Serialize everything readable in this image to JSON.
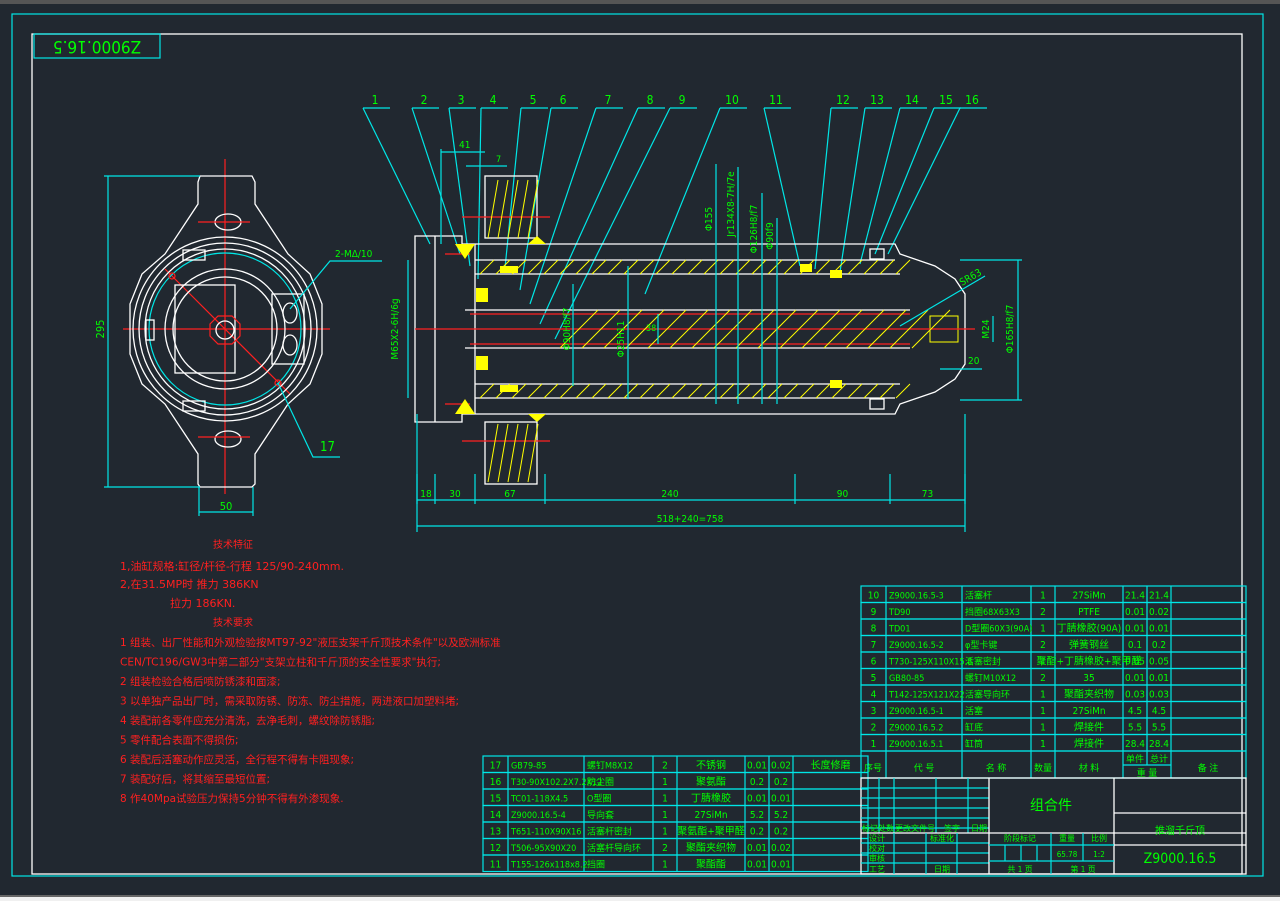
{
  "drawing": {
    "mirrored_code": "Z9000.16.5",
    "background": "#212830",
    "colors": {
      "frame": "#00e6e6",
      "text": "#00ff00",
      "notes": "#ff2020",
      "outline": "#ffffff",
      "hatch": "#ffff00"
    }
  },
  "balloons": [
    "1",
    "2",
    "3",
    "4",
    "5",
    "6",
    "7",
    "8",
    "9",
    "10",
    "11",
    "12",
    "13",
    "14",
    "15",
    "16"
  ],
  "end_view": {
    "dim_height": "295",
    "dim_width": "50",
    "callout_holes": "2-MΔ/10",
    "balloon_17": "17"
  },
  "section_view": {
    "dim_top_41": "41",
    "dim_top_7": "7",
    "dia_155": "Φ155",
    "thread_main": "Jr134X8-7H/7e",
    "dia_126": "Φ126H8/f7",
    "dia_90": "Φ90f9",
    "thread_left": "M65X2-6H/6g",
    "dia_rod": "Φ90H8/f7",
    "dia_inner": "Φ25H11",
    "dim_small": "38",
    "sr": "SR63",
    "m24": "M24",
    "dia_end": "Φ165H8/f7",
    "dim_20": "20",
    "bottom_dims": [
      "18",
      "30",
      "67",
      "240",
      "90",
      "73"
    ],
    "overall": "518+240=758"
  },
  "notes": {
    "title1": "技术特征",
    "lines1": [
      "1,油缸规格:缸径/杆径-行程  125/90-240mm.",
      "2,在31.5MP时  推力  386KN",
      "拉力  186KN."
    ],
    "title2": "技术要求",
    "lines2": [
      "1 组装、出厂性能和外观检验按MT97-92\"液压支架千斤顶技术条件\"以及欧洲标准",
      "CEN/TC196/GW3中第二部分\"支架立柱和千斤顶的安全性要求\"执行;",
      "2 组装检验合格后喷防锈漆和面漆;",
      "3 以单独产品出厂时，需采取防锈、防冻、防尘措施，两进液口加塑料堵;",
      "4 装配前各零件应充分清洗，去净毛刺，螺纹除防锈脂;",
      "5 零件配合表面不得损伤;",
      "6 装配后活塞动作应灵活，全行程不得有卡阻现象;",
      "7 装配好后，将其缩至最短位置;",
      "8 作40Mpa试验压力保持5分钟不得有外渗现象."
    ]
  },
  "bom_right": {
    "rows": [
      {
        "no": "10",
        "code": "Z9000.16.5-3",
        "name": "活塞杆",
        "qty": "1",
        "mat": "27SiMn",
        "unit": "21.4",
        "total": "21.4",
        "note": ""
      },
      {
        "no": "9",
        "code": "TD90",
        "name": "挡圈68X63X3",
        "qty": "2",
        "mat": "PTFE",
        "unit": "0.01",
        "total": "0.02",
        "note": ""
      },
      {
        "no": "8",
        "code": "TD01",
        "name": "D型圈60X3(90A)",
        "qty": "1",
        "mat": "丁腈橡胶(90A)",
        "unit": "0.01",
        "total": "0.01",
        "note": ""
      },
      {
        "no": "7",
        "code": "Z9000.16.5-2",
        "name": "φ型卡键",
        "qty": "2",
        "mat": "弹簧钢丝",
        "unit": "0.1",
        "total": "0.2",
        "note": ""
      },
      {
        "no": "6",
        "code": "T730-125X110X15.8",
        "name": "活塞密封",
        "qty": "1",
        "mat": "聚酯+丁腈橡胶+聚甲醛",
        "unit": "0.05",
        "total": "0.05",
        "note": ""
      },
      {
        "no": "5",
        "code": "GB80-85",
        "name": "螺钉M10X12",
        "qty": "2",
        "mat": "35",
        "unit": "0.01",
        "total": "0.01",
        "note": ""
      },
      {
        "no": "4",
        "code": "T142-125X121X22",
        "name": "活塞导向环",
        "qty": "1",
        "mat": "聚酯夹织物",
        "unit": "0.03",
        "total": "0.03",
        "note": ""
      },
      {
        "no": "3",
        "code": "Z9000.16.5-1",
        "name": "活塞",
        "qty": "1",
        "mat": "27SiMn",
        "unit": "4.5",
        "total": "4.5",
        "note": ""
      },
      {
        "no": "2",
        "code": "Z9000.16.5.2",
        "name": "缸底",
        "qty": "1",
        "mat": "焊接件",
        "unit": "5.5",
        "total": "5.5",
        "note": ""
      },
      {
        "no": "1",
        "code": "Z9000.16.5.1",
        "name": "缸筒",
        "qty": "1",
        "mat": "焊接件",
        "unit": "28.4",
        "total": "28.4",
        "note": ""
      }
    ],
    "header": {
      "no": "序号",
      "code": "代  号",
      "name": "名  称",
      "qty": "数量",
      "mat": "材  料",
      "unit": "单件",
      "total": "总计",
      "weight": "重  量",
      "note": "备  注"
    }
  },
  "bom_left": {
    "rows": [
      {
        "no": "17",
        "code": "GB79-85",
        "name": "螺钉M8X12",
        "qty": "2",
        "mat": "不锈钢",
        "unit": "0.01",
        "total": "0.02",
        "note": "长度修磨"
      },
      {
        "no": "16",
        "code": "T30-90X102.2X7.2X12",
        "name": "防尘圈",
        "qty": "1",
        "mat": "聚氨酯",
        "unit": "0.2",
        "total": "0.2",
        "note": ""
      },
      {
        "no": "15",
        "code": "TC01-118X4.5",
        "name": "O型圈",
        "qty": "1",
        "mat": "丁腈橡胶",
        "unit": "0.01",
        "total": "0.01",
        "note": ""
      },
      {
        "no": "14",
        "code": "Z9000.16.5-4",
        "name": "导向套",
        "qty": "1",
        "mat": "27SiMn",
        "unit": "5.2",
        "total": "5.2",
        "note": ""
      },
      {
        "no": "13",
        "code": "T651-110X90X16",
        "name": "活塞杆密封",
        "qty": "1",
        "mat": "聚氨酯+聚甲醛",
        "unit": "0.2",
        "total": "0.2",
        "note": ""
      },
      {
        "no": "12",
        "code": "T506-95X90X20",
        "name": "活塞杆导向环",
        "qty": "2",
        "mat": "聚酯夹织物",
        "unit": "0.01",
        "total": "0.02",
        "note": ""
      },
      {
        "no": "11",
        "code": "T155-126x118x8.2",
        "name": "挡圈",
        "qty": "1",
        "mat": "聚酯酯",
        "unit": "0.01",
        "total": "0.01",
        "note": ""
      }
    ]
  },
  "title_block": {
    "part_name": "组合件",
    "product": "推溜千斤顶",
    "code": "Z9000.16.5",
    "labels": {
      "mark": "标记",
      "count": "处数",
      "doc": "更改文件号",
      "sign": "签字",
      "date": "日期",
      "design": "设计",
      "standard": "标准化",
      "check": "校对",
      "review": "审核",
      "process": "工艺",
      "date2": "日期",
      "stage": "阶段标记",
      "weight": "重量",
      "scale": "比例",
      "sheets": "共 1 页",
      "sheet": "第 1 页"
    },
    "weight": "65.78",
    "scale": "1:2"
  }
}
